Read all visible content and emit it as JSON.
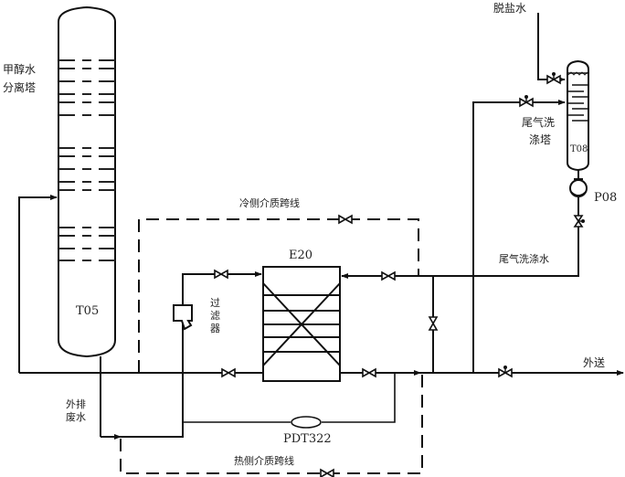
{
  "diagram": {
    "type": "process-flow-diagram",
    "equipment": {
      "t05": {
        "tag": "T05",
        "name": "甲醇水分离塔",
        "name_line1": "甲醇水",
        "name_line2": "分离塔"
      },
      "t08": {
        "tag": "T08",
        "name": "尾气洗涤塔",
        "name_line1": "尾气洗",
        "name_line2": "涤塔"
      },
      "e20": {
        "tag": "E20"
      },
      "p08": {
        "tag": "P08"
      },
      "pdt322": {
        "tag": "PDT322"
      },
      "filter": {
        "name": "过滤器",
        "chars": [
          "过",
          "滤",
          "器"
        ]
      }
    },
    "streams": {
      "desalted_water": "脱盐水",
      "cold_bypass": "冷侧介质跨线",
      "hot_bypass": "热侧介质跨线",
      "tail_gas_wash_water": "尾气洗涤水",
      "export": "外送",
      "waste_water": "外排废水",
      "waste_water_line1": "外排",
      "waste_water_line2": "废水"
    }
  }
}
